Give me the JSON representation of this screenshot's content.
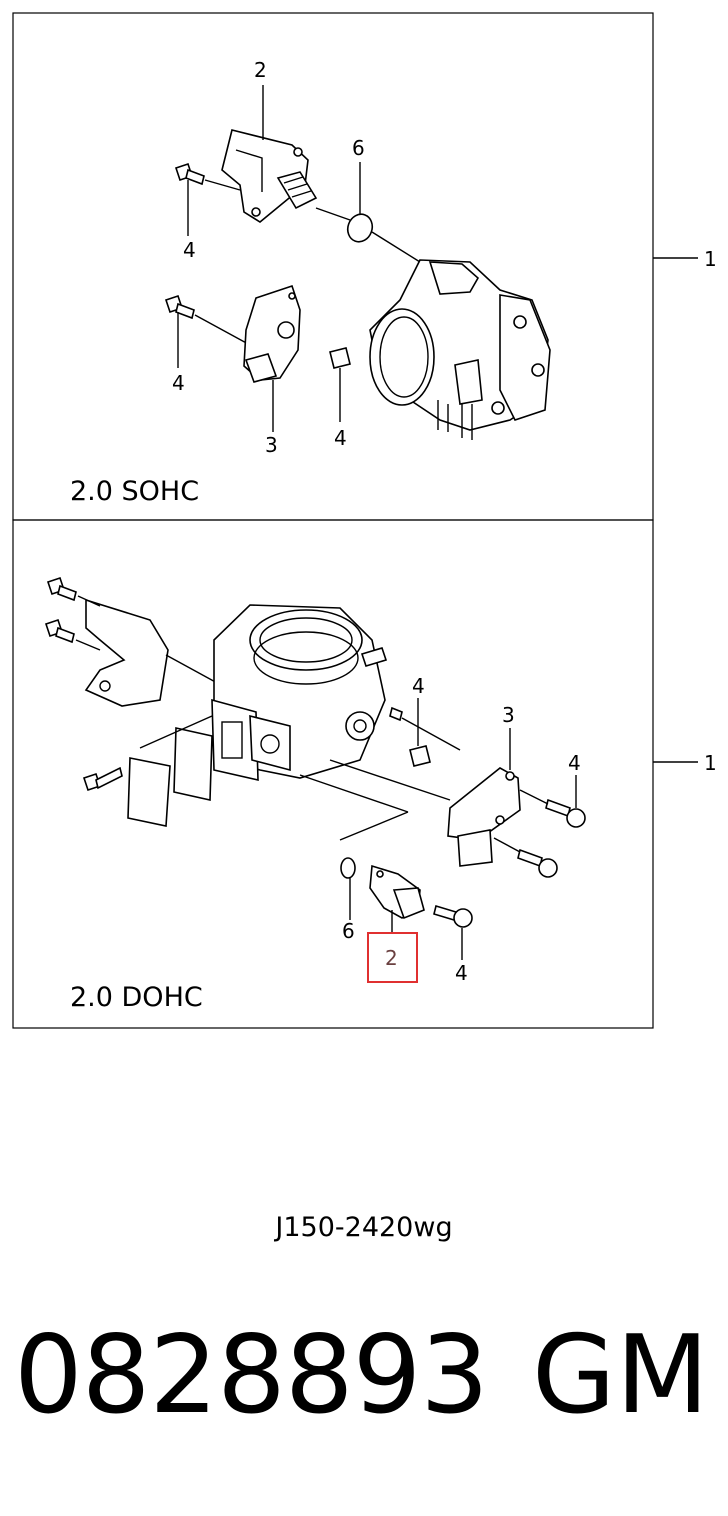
{
  "panels": [
    {
      "section_label": "2.0 SOHC",
      "side_callout": "1",
      "callouts": {
        "c2": "2",
        "c6": "6",
        "c4a": "4",
        "c4b": "4",
        "c3": "3",
        "c4c": "4"
      }
    },
    {
      "section_label": "2.0 DOHC",
      "side_callout": "1",
      "callouts": {
        "c4a": "4",
        "c3": "3",
        "c4b": "4",
        "c6": "6",
        "c2": "2",
        "c4c": "4"
      }
    }
  ],
  "highlight_color": "#e03030",
  "reference_code": "J150-2420wg",
  "part_number": "0828893",
  "brand": "GM"
}
